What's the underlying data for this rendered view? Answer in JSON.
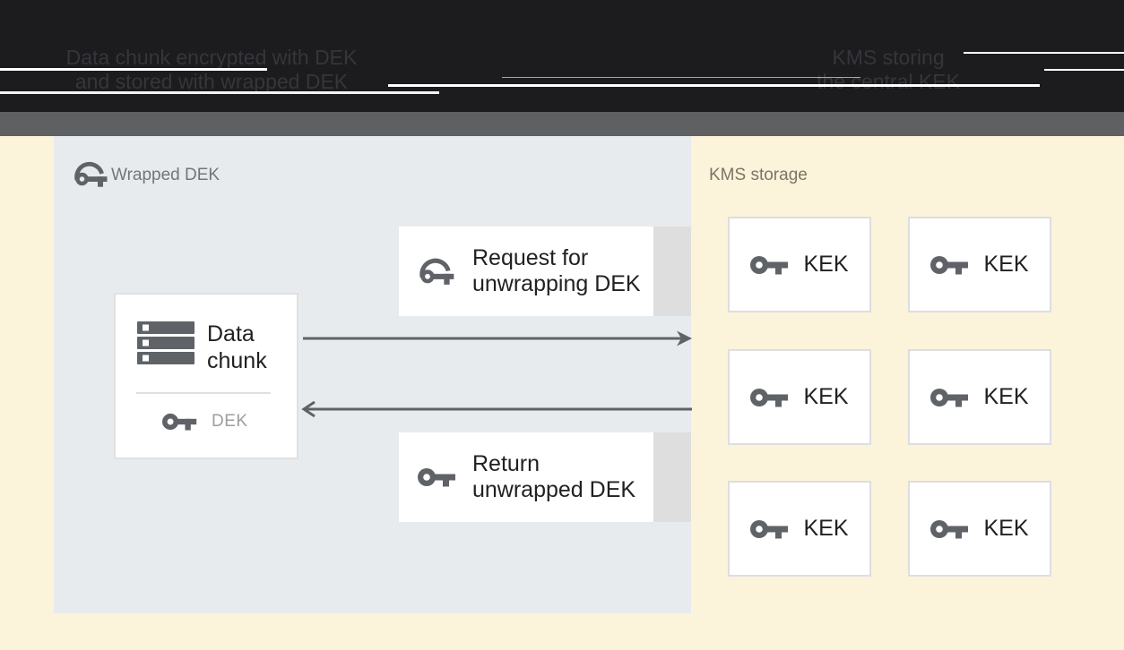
{
  "header": {
    "left_line1": "Data chunk encrypted with DEK",
    "left_line2": "and stored with wrapped DEK",
    "right_line1": "KMS storing",
    "right_line2": "the central KEK"
  },
  "left_zone": {
    "label": "Wrapped DEK",
    "data_chunk": {
      "line1": "Data",
      "line2": "chunk",
      "key_label": "DEK"
    },
    "request_box": {
      "line1": "Request for",
      "line2": "unwrapping DEK"
    },
    "return_box": {
      "line1": "Return",
      "line2": "unwrapped DEK"
    }
  },
  "right_zone": {
    "label": "KMS storage",
    "kek_boxes": [
      "KEK",
      "KEK",
      "KEK",
      "KEK",
      "KEK",
      "KEK"
    ]
  },
  "colors": {
    "zone_left_bg": "#e8ebee",
    "zone_right_bg": "#fbf3da",
    "header_bg": "#1c1c1e",
    "bar_bg": "#5f6062",
    "icon_gray": "#5f6368",
    "text_dark": "#212121",
    "text_muted": "#757575"
  }
}
